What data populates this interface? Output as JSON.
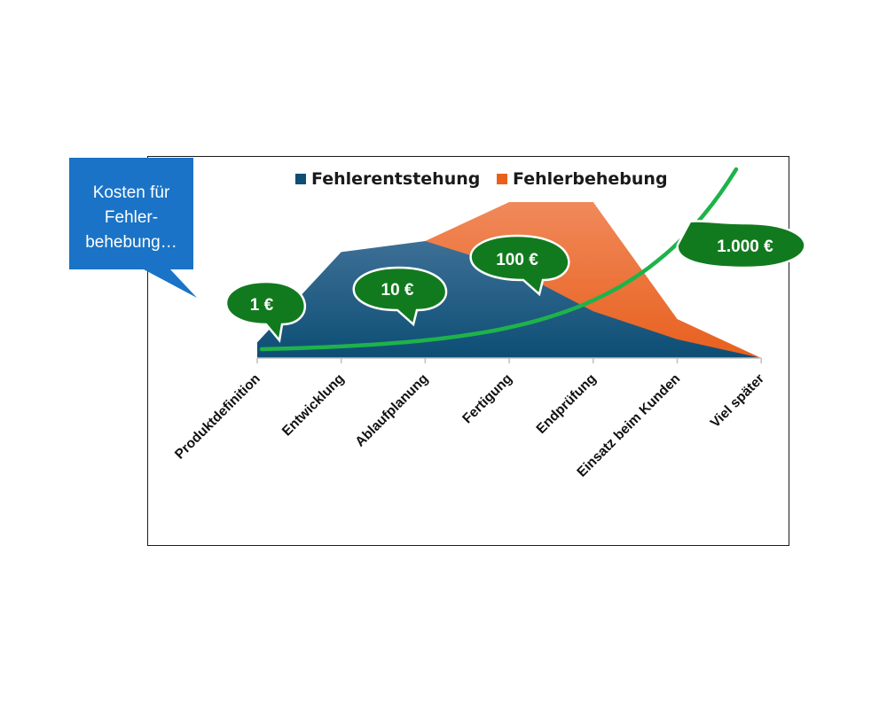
{
  "chart_data": {
    "type": "area",
    "categories": [
      "Produktdefinition",
      "Entwicklung",
      "Ablaufplanung",
      "Fertigung",
      "Endprüfung",
      "Einsatz beim Kunden",
      "Viel später"
    ],
    "series": [
      {
        "name": "Fehlerentstehung",
        "values": [
          10,
          68,
          75,
          58,
          30,
          12,
          0
        ]
      },
      {
        "name": "Fehlerbehebung",
        "values": [
          0,
          0,
          75,
          100,
          100,
          25,
          0
        ]
      }
    ],
    "ylim": [
      0,
      100
    ],
    "grid": false,
    "legend_placement": "top",
    "colors": {
      "Fehlerentstehung_top": "#3d6f96",
      "Fehlerentstehung_bottom": "#0d4e74",
      "Fehlerbehebung_top": "#f0895a",
      "Fehlerbehebung_bottom": "#e8601e",
      "cost_curve": "#1eb34a",
      "bubble": "#127a1e",
      "callout": "#1a73c6"
    },
    "cost_labels": [
      "1 €",
      "10 €",
      "100 €",
      "1.000 €"
    ],
    "callout_lines": [
      "Kosten für",
      "Fehler-",
      "behebung…"
    ]
  }
}
